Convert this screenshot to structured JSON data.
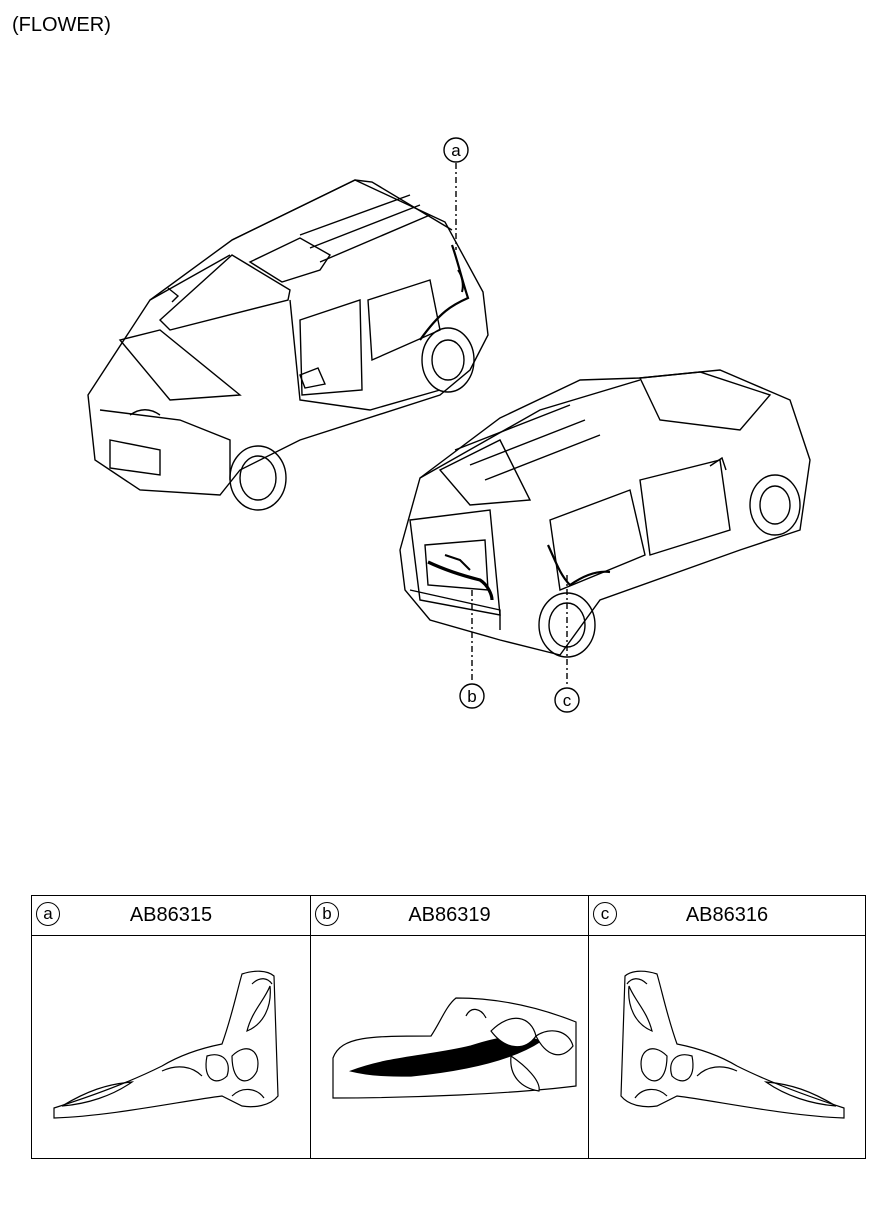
{
  "header": {
    "title": "(FLOWER)"
  },
  "callouts": [
    "a",
    "b",
    "c"
  ],
  "parts": [
    {
      "letter": "a",
      "code": "AB86315"
    },
    {
      "letter": "b",
      "code": "AB86319"
    },
    {
      "letter": "c",
      "code": "AB86316"
    }
  ],
  "colors": {
    "line": "#000000",
    "background": "#ffffff"
  }
}
